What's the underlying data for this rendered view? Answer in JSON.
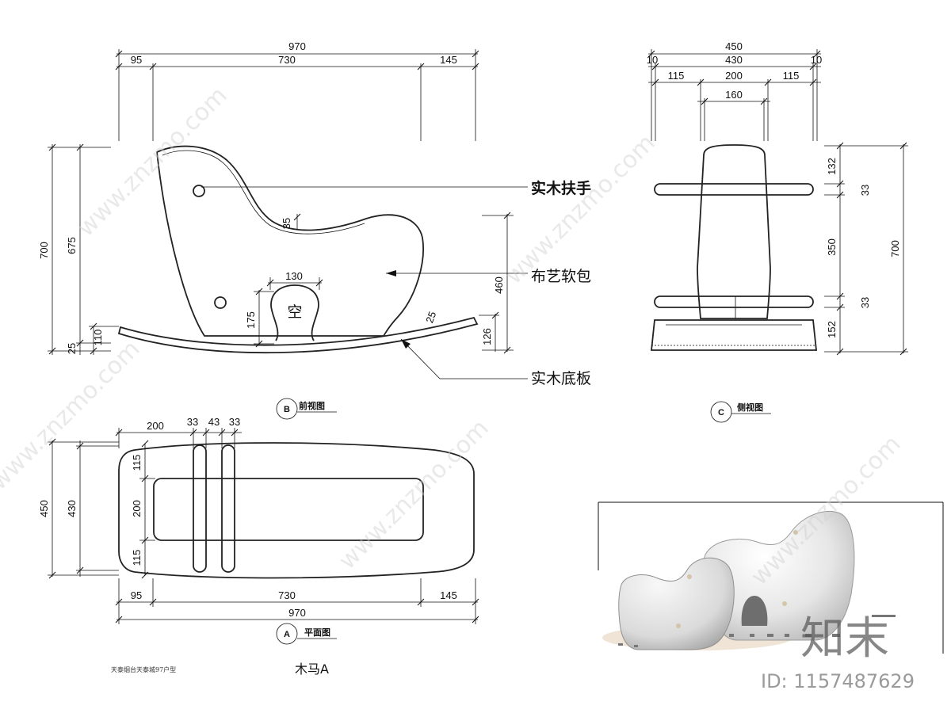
{
  "front_view": {
    "width_dims": {
      "total": "970",
      "left": "95",
      "middle": "730",
      "right": "145"
    },
    "height_dims": {
      "total": "700",
      "body": "675",
      "base_offset": "25",
      "rocker": "110"
    },
    "detail_dims": {
      "hole_width": "130",
      "hole_height": "175",
      "seat_depth": "35",
      "right_height": "460",
      "right_base": "126",
      "rocker_thick": "25"
    },
    "hole_char": "空",
    "callouts": {
      "armrest": "实木扶手",
      "padding": "布艺软包",
      "base_board": "实木底板"
    },
    "view_badge": "B",
    "view_name": "前视图"
  },
  "side_view": {
    "width_dims": {
      "total": "450",
      "inner": "430",
      "edge_left": "10",
      "edge_right": "10",
      "side_left": "115",
      "middle": "200",
      "side_right": "115",
      "core": "160"
    },
    "height_dims": {
      "total": "700",
      "top": "132",
      "handle_top": "33",
      "mid": "350",
      "handle_bottom": "33",
      "base": "152"
    },
    "view_badge": "C",
    "view_name": "侧视图"
  },
  "plan_view": {
    "top_dims": {
      "offset": "200",
      "handle_a": "33",
      "gap": "43",
      "handle_b": "33"
    },
    "height_dims": {
      "total": "450",
      "inner": "430",
      "upper": "115",
      "middle": "200",
      "lower": "115"
    },
    "width_dims": {
      "left": "95",
      "middle": "730",
      "right": "145",
      "total": "970"
    },
    "view_badge": "A",
    "view_name": "平面图"
  },
  "footer": {
    "note": "天泰烟台天泰城97户型",
    "caption": "木马A"
  },
  "watermark": {
    "site": "www.znzmo.com",
    "brand": "知末",
    "id_label": "ID: 1157487629"
  }
}
